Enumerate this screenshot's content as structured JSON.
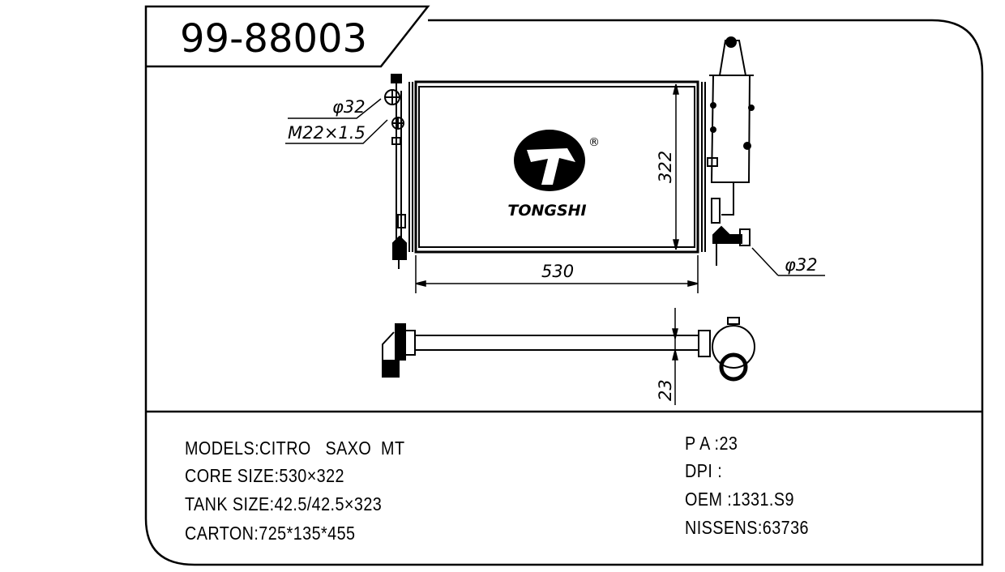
{
  "title": "99-88003",
  "drawing": {
    "inlet_diameter": "φ32",
    "thread": "M22×1.5",
    "outlet_diameter": "φ32",
    "core_width": "530",
    "core_height": "322",
    "core_thickness": "23",
    "brand": "TONGSHI",
    "registered_mark": "®"
  },
  "specs_left": [
    "MODELS:CITRO   SAXO  MT",
    "CORE SIZE:530×322",
    "TANK SIZE:42.5/42.5×323",
    "CARTON:725*135*455"
  ],
  "specs_right": [
    "P A :23",
    "DPI :",
    "OEM :1331.S9",
    "NISSENS:63736"
  ]
}
